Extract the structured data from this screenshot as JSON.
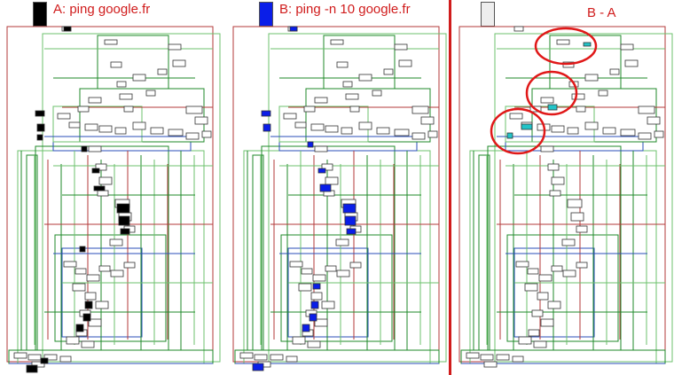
{
  "panels": [
    {
      "id": "a",
      "title": "A: ping google.fr",
      "highlight": "#000000",
      "swatch": "#000000"
    },
    {
      "id": "b",
      "title": "B: ping -n 10 google.fr",
      "highlight": "#0a1ee8",
      "swatch": "#0a1ee8"
    },
    {
      "id": "diff",
      "title": "B - A",
      "highlight": "#22c4c8",
      "swatch": "#eeeeee"
    }
  ],
  "colors": {
    "edge_green": "#1f8a2a",
    "edge_lightgreen": "#6cc26c",
    "edge_red": "#b33a3a",
    "edge_blue": "#2a4db8",
    "divider": "#d01c1c",
    "annotation": "#e01818"
  }
}
